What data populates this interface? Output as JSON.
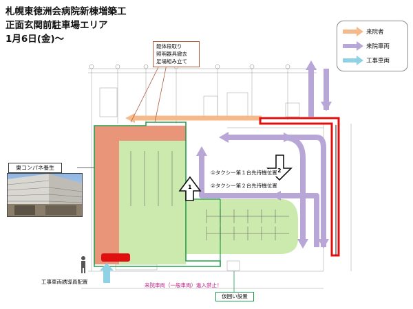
{
  "title": {
    "line1": "札幌東徳洲会病院新棟増築工",
    "line2": "正面玄関前駐車場エリア",
    "line3": "1月6日(金)〜"
  },
  "note_box": {
    "line1": "躯体段取り",
    "line2": "照明器具撤去",
    "line3": "足場組み立て"
  },
  "legend": {
    "items": [
      {
        "label": "来院者",
        "color": "#f5b98a"
      },
      {
        "label": "来院車両",
        "color": "#b8a6d6"
      },
      {
        "label": "工事車両",
        "color": "#8fd2e6"
      }
    ]
  },
  "photo_label": "東コンパネ養生",
  "taxi_labels": {
    "first": "①タクシー第１台先待機位置",
    "second": "②タクシー第２台先待機位置"
  },
  "arrow_numbers": {
    "up": "1",
    "down": "2"
  },
  "construction_guide_label": "工事車両誘導員配置",
  "no_entry_label": "来院車両（一般車両）進入禁止！",
  "temp_enclosure_label": "仮囲い設置",
  "colors": {
    "orange_zone": "#e8957a",
    "green_zone": "#cdeaae",
    "green_border": "#22a04a",
    "red_route": "#e01010",
    "visitor_car": "#b8a6d6",
    "visitor": "#f5b98a",
    "construction": "#8fd2e6"
  }
}
